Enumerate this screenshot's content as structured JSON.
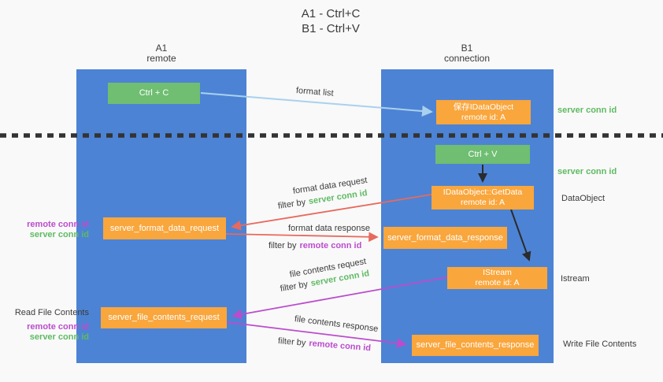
{
  "title": {
    "line1": "A1 - Ctrl+C",
    "line2": "B1 - Ctrl+V"
  },
  "columns": {
    "left": {
      "title": "A1",
      "subtitle": "remote"
    },
    "right": {
      "title": "B1",
      "subtitle": "connection"
    }
  },
  "nodes": {
    "ctrl_c": {
      "label": "Ctrl + C"
    },
    "ctrl_v": {
      "label": "Ctrl + V"
    },
    "save_dataobject": {
      "line1": "保存IDataObject",
      "line2": "remote id: A"
    },
    "getdata": {
      "line1": "IDataObject::GetData",
      "line2": "remote id: A"
    },
    "istream": {
      "line1": "IStream",
      "line2": "remote id: A"
    },
    "format_request": {
      "label": "server_format_data_request"
    },
    "format_response": {
      "label": "server_format_data_response"
    },
    "file_request": {
      "label": "server_file_contents_request"
    },
    "file_response": {
      "label": "server_file_contents_response"
    }
  },
  "side_labels": {
    "server_conn_id_top": "server conn id",
    "server_conn_id_mid": "server conn id",
    "dataobject": "DataObject",
    "istream": "Istream",
    "write_file_contents": "Write File Contents",
    "read_file_contents": "Read File Contents",
    "pair1": {
      "remote": "remote conn id",
      "server": "server conn id"
    },
    "pair2": {
      "remote": "remote conn id",
      "server": "server conn id"
    }
  },
  "arrows": {
    "format_list": {
      "label": "format list"
    },
    "format_data_request": {
      "label": "format data request",
      "filter_prefix": "filter by",
      "filter_key": "server conn id"
    },
    "format_data_response": {
      "label": "format data response",
      "filter_prefix": "filter by",
      "filter_key": "remote conn id"
    },
    "file_contents_request": {
      "label": "file contents request",
      "filter_prefix": "filter by",
      "filter_key": "server conn id"
    },
    "file_contents_response": {
      "label": "file contents response",
      "filter_prefix": "filter by",
      "filter_key": "remote conn id"
    }
  },
  "colors": {
    "bg": "#f9f9f9",
    "column_blue": "#4d83d4",
    "node_green": "#6fbe72",
    "node_orange": "#f9a63d",
    "arrow_light_blue": "#a9d1ef",
    "arrow_red": "#e8695d",
    "arrow_magenta": "#bb4ccd",
    "arrow_black": "#2b2b2b",
    "text_green": "#5fba63",
    "text_purple": "#bb4ccd",
    "text_dark": "#3b3b3b",
    "dash_dark": "#333333"
  }
}
